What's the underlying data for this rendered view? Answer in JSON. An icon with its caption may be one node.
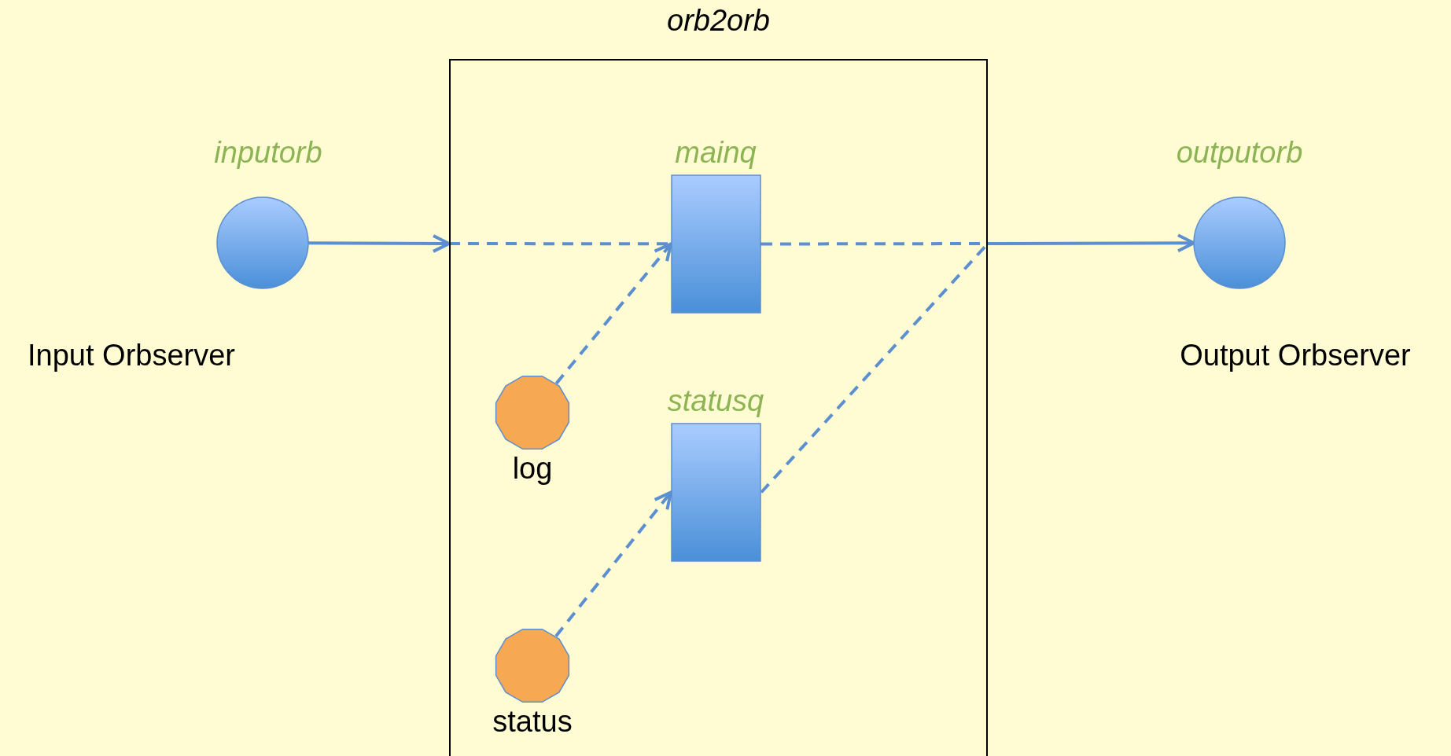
{
  "diagram": {
    "nodes": [
      {
        "text": [
          "orb2orb"
        ]
      },
      {
        "text": [
          "inputorb"
        ],
        "beside": [
          "Input Orbserver"
        ]
      },
      {
        "text": [
          "mainq"
        ],
        "in": 0
      },
      {
        "text": [
          "outputorb"
        ],
        "beside": [
          "Output Orbserver"
        ]
      },
      {
        "text": [
          "log"
        ],
        "in": 0
      },
      {
        "text": [
          "statusq"
        ],
        "in": 0
      },
      {
        "text": [
          "status"
        ],
        "in": 0
      }
    ],
    "edges": [
      {
        "from": 1,
        "to": 0,
        "arrow": "to"
      },
      {
        "from": 0,
        "to": 2,
        "arrow": "none",
        "style": "dashed"
      },
      {
        "from": 2,
        "to": 0,
        "arrow": "none",
        "style": "dashed"
      },
      {
        "from": 0,
        "to": 3,
        "arrow": "to"
      },
      {
        "from": 4,
        "to": 2,
        "arrow": "to",
        "style": "dashed"
      },
      {
        "from": 6,
        "to": 5,
        "arrow": "to",
        "style": "dashed"
      },
      {
        "from": 5,
        "to": 0,
        "arrow": "none",
        "style": "dashed"
      }
    ]
  }
}
